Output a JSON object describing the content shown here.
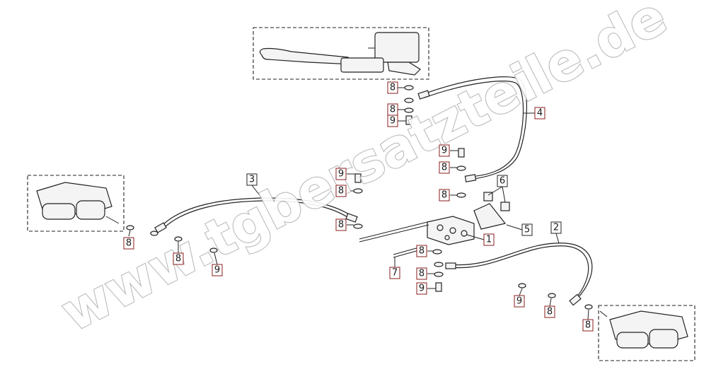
{
  "labels": {
    "p1": "1",
    "p2": "2",
    "p3": "3",
    "p4": "4",
    "p5": "5",
    "p6": "6",
    "p7": "7",
    "p8": "8",
    "p9": "9"
  },
  "watermark": "www.tgbersatzteile.de",
  "colors": {
    "label_border": "#8a1c1c",
    "line": "#222222",
    "watermark_outline": "#b4b4b4"
  }
}
